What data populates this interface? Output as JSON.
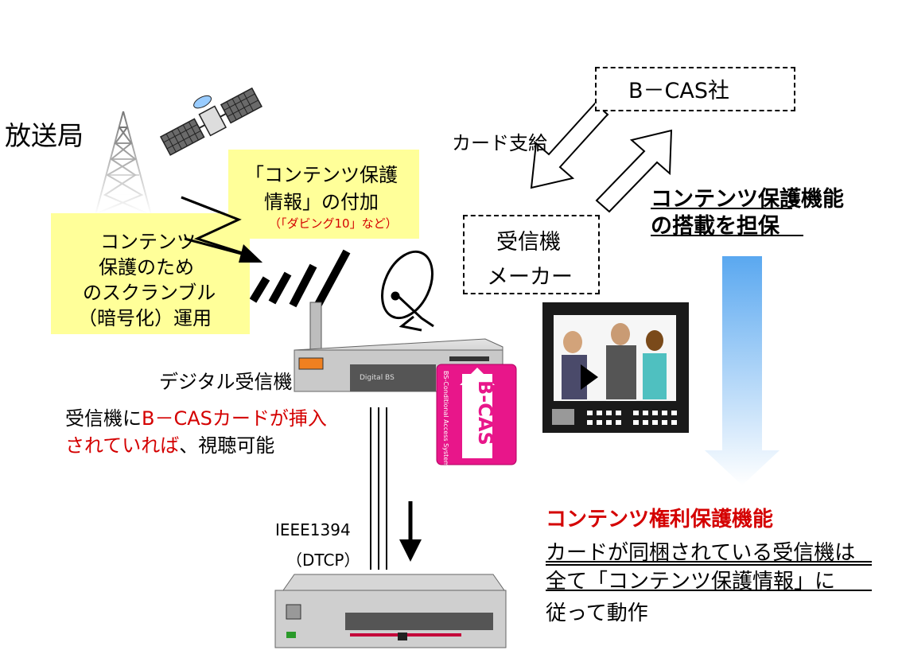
{
  "labels": {
    "station": "放送局",
    "protect_info_line1": "「コンテンツ保護",
    "protect_info_line2": "情報」の付加",
    "dubbing": "（「ダビング10」など）",
    "scramble_line1": "コンテンツ",
    "scramble_line2": "保護のため",
    "scramble_line3": "のスクランブル",
    "scramble_line4": "（暗号化）運用",
    "bcas_company": "B－CAS社",
    "card_supply": "カード支給",
    "maker_line1": "受信機",
    "maker_line2": "メーカー",
    "guarantee_line1": "コンテンツ保護機能",
    "guarantee_line2": "の搭載を担保",
    "digital_receiver": "デジタル受信機",
    "insert_line1_black": "受信機に",
    "insert_line1_red": "B－CASカードが挿入",
    "insert_line2_red": "されていれば",
    "insert_line2_black": "、視聴可能",
    "ieee": "IEEE1394",
    "dtcp": "（DTCP）",
    "rights_title": "コンテンツ権利保護機能",
    "rights_line1": "カードが同梱されている受信機は",
    "rights_line2": "全て「コンテンツ保護情報」に",
    "rights_line3": "従って動作",
    "receiver_panel": "Digital BS",
    "card_text": "B-CAS",
    "card_side_text": "BS-Conditional Access Systems"
  },
  "colors": {
    "yellow_box": "#ffff99",
    "red_text": "#d40000",
    "card_pink": "#e8168a",
    "gradient_top": "#5aa8f0",
    "gradient_bottom": "#ffffff"
  }
}
